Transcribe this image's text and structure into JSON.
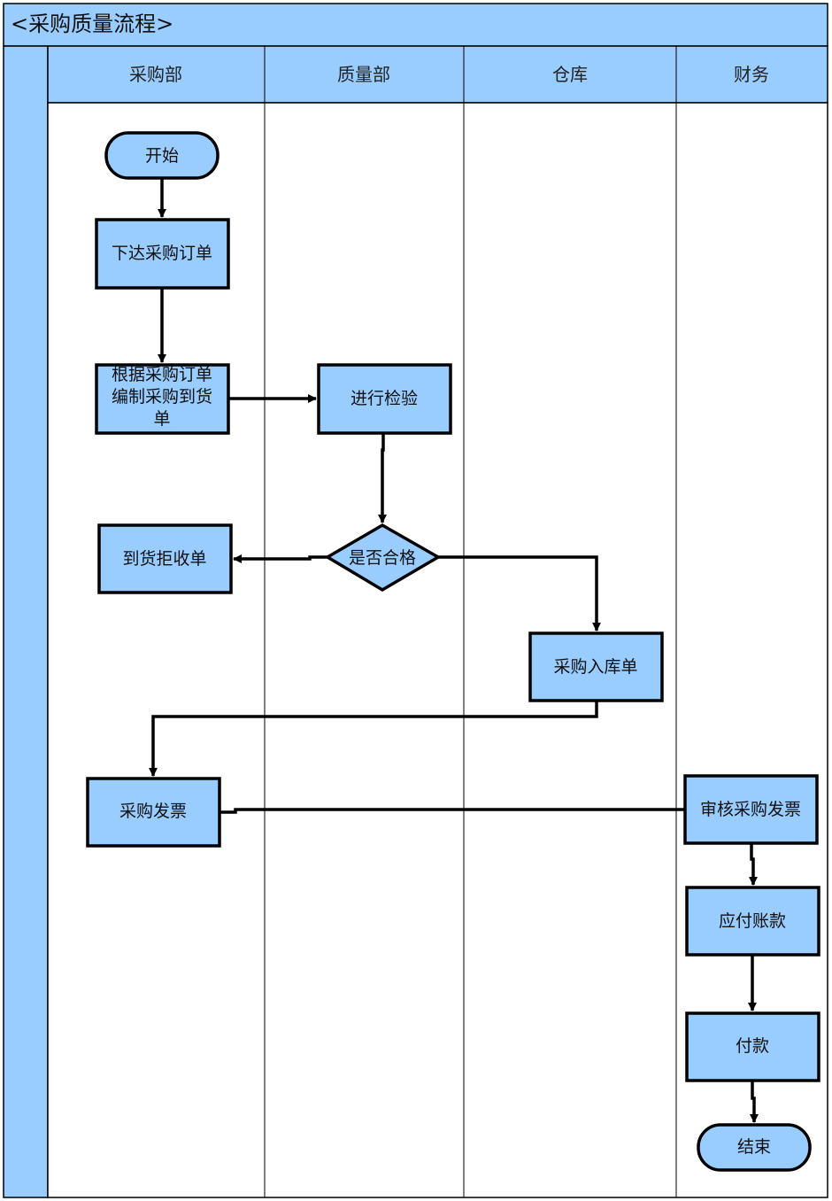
{
  "diagram": {
    "title": "<采购质量流程>",
    "lanes": [
      "采购部",
      "质量部",
      "仓库",
      "财务"
    ],
    "nodes": {
      "start": "开始",
      "place_order": "下达采购订单",
      "arrival_note": [
        "根据采购订单",
        "编制采购到货",
        "单"
      ],
      "inspect": "进行检验",
      "qualified": "是否合格",
      "reject": "到货拒收单",
      "warehouse_in": "采购入库单",
      "invoice": "采购发票",
      "review_invoice": "审核采购发票",
      "payable": "应付账款",
      "payment": "付款",
      "end": "结束"
    }
  },
  "colors": {
    "header_fill": "#99ccff",
    "node_fill": "#99ccff",
    "stroke": "#000000"
  }
}
